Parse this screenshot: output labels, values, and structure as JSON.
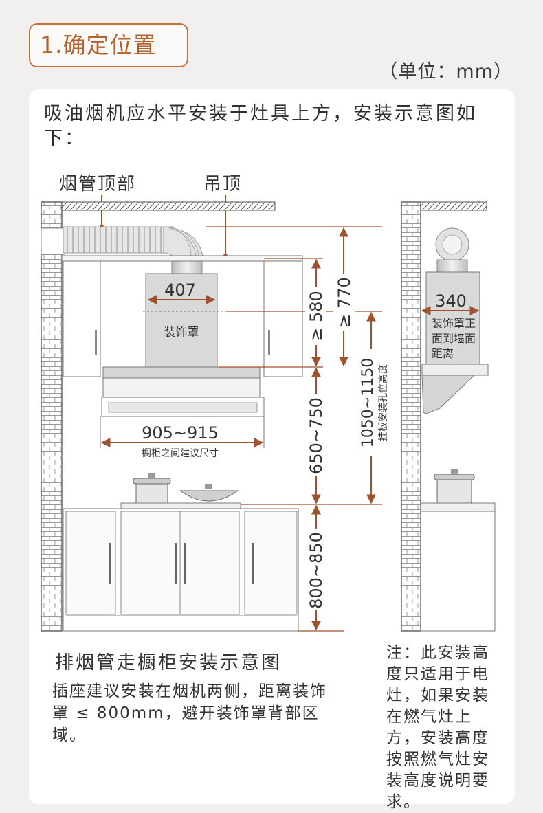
{
  "header": {
    "step_title": "1.确定位置",
    "unit": "（单位：mm）"
  },
  "intro": "吸油烟机应水平安装于灶具上方，安装示意图如下：",
  "diagram": {
    "label_duct_top": "烟管顶部",
    "label_ceiling": "吊顶",
    "width_407": "407",
    "cover_label": "装饰罩",
    "dim_580": "≥ 580",
    "dim_770": "≥ 770",
    "width_range": "905~915",
    "width_caption": "橱柜之间建议尺寸",
    "height_range": "650~750",
    "mount_range": "1050~1150",
    "mount_caption": "挂板安装孔位高度",
    "counter_range": "800~850",
    "side_depth": "340",
    "side_caption_1": "装饰罩正",
    "side_caption_2": "面到墙面",
    "side_caption_3": "距离"
  },
  "caption_title": "排烟管走橱柜安装示意图",
  "caption_text": "插座建议安装在烟机两侧，距离装饰罩 ≤ 800mm，避开装饰罩背部区域。",
  "note": "注：此安装高度只适用于电灶，如果安装在燃气灶上方，安装高度按照燃气灶安装高度说明要求。",
  "colors": {
    "accent": "#c96f3a",
    "dimension": "#a0522d",
    "line": "#555555"
  }
}
